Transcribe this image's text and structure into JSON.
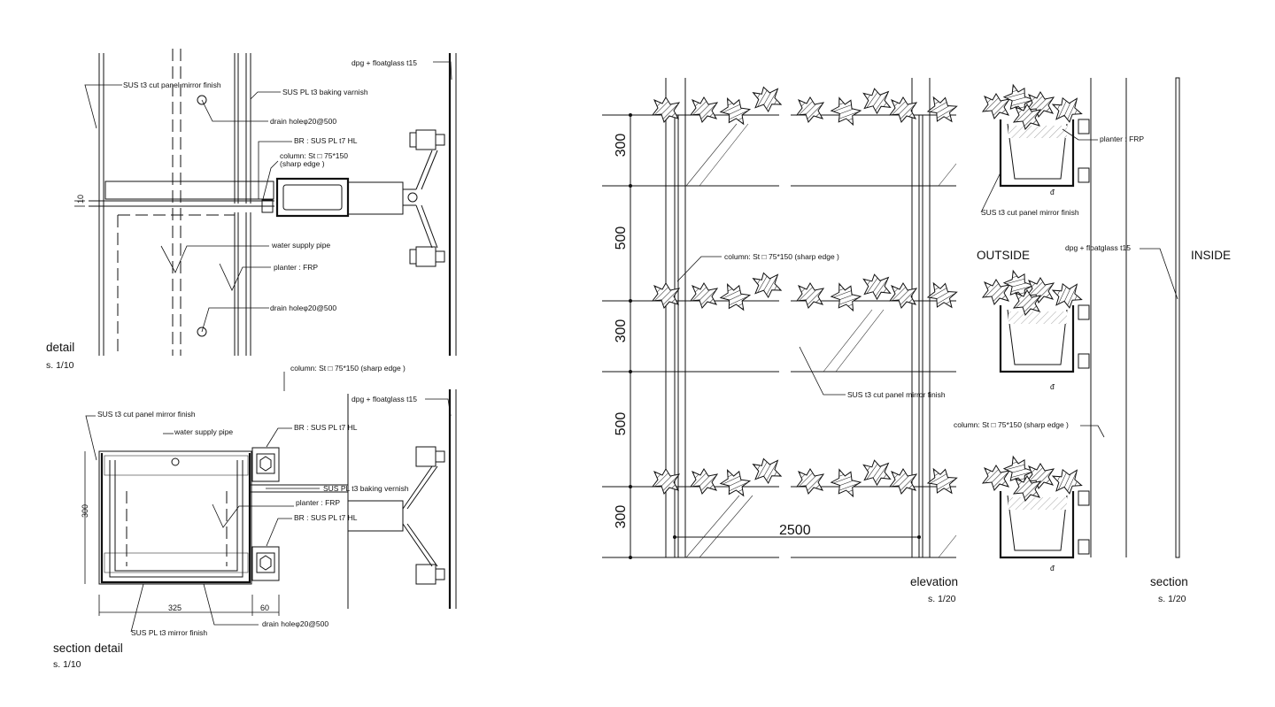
{
  "views": {
    "detail": {
      "title": "detail",
      "scale": "s. 1/10"
    },
    "section_detail": {
      "title": "section detail",
      "scale": "s. 1/10"
    },
    "elevation": {
      "title": "elevation",
      "scale": "s. 1/20"
    },
    "section": {
      "title": "section",
      "scale": "s. 1/20"
    }
  },
  "detail_labels": {
    "glass": "dpg + floatglass t15",
    "panel_mirror": "SUS t3 cut panel mirror finish",
    "baking_varnish": "SUS PL t3 baking varnish",
    "drain_top": "drain holeφ20@500",
    "bracket": "BR : SUS PL t7 HL",
    "column_1": "column: St □ 75*150",
    "column_2": "(sharp edge )",
    "water_pipe": "water supply pipe",
    "planter": "planter : FRP",
    "drain_bottom": "drain holeφ20@500",
    "dim_10": "10"
  },
  "section_detail_labels": {
    "column": "column: St □ 75*150 (sharp edge )",
    "glass": "dpg + floatglass t15",
    "panel_mirror": "SUS t3 cut panel mirror finish",
    "water_pipe": "water supply pipe",
    "bracket_top": "BR : SUS PL t7 HL",
    "baking_varnish": "SUS PL t3 baking vernish",
    "planter": "planter : FRP",
    "bracket_bottom": "BR : SUS PL t7 HL",
    "dim_height": "300",
    "dim_width": "325",
    "dim_gap": "60",
    "drain": "drain holeφ20@500",
    "mirror_plate": "SUS PL t3 mirror finish"
  },
  "elevation_labels": {
    "column": "column: St □ 75*150 (sharp edge )",
    "panel_mirror": "SUS t3 cut panel mirror finish",
    "width": "2500",
    "dims": [
      "300",
      "500",
      "300",
      "500",
      "300"
    ]
  },
  "section_labels": {
    "outside": "OUTSIDE",
    "inside": "INSIDE",
    "glass": "dpg + floatglass t15",
    "planter": "planter : FRP",
    "panel_mirror": "SUS t3 cut panel mirror finish",
    "column": "column: St □ 75*150 (sharp edge )"
  }
}
